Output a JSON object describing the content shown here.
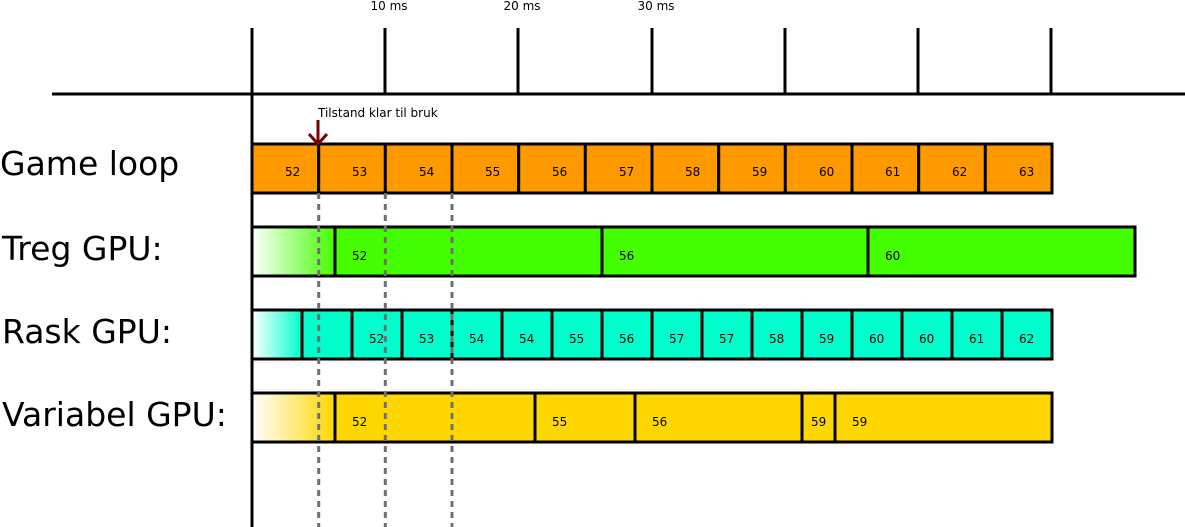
{
  "timeline": {
    "tick_labels": [
      "10 ms",
      "20 ms",
      "30 ms"
    ]
  },
  "annotation": {
    "text": "Tilstand klar til bruk"
  },
  "rows": [
    {
      "key": "game-loop",
      "label": "Game loop",
      "color": "#FF9900",
      "segments": [
        "52",
        "53",
        "54",
        "55",
        "56",
        "57",
        "58",
        "59",
        "60",
        "61",
        "62",
        "63"
      ]
    },
    {
      "key": "slow-gpu",
      "label": "Treg GPU:",
      "color": "#44FF00",
      "segments": [
        "52",
        "56",
        "60"
      ]
    },
    {
      "key": "fast-gpu",
      "label": "Rask GPU:",
      "color": "#00FFCC",
      "segments": [
        "",
        "52",
        "53",
        "54",
        "54",
        "55",
        "56",
        "57",
        "57",
        "58",
        "59",
        "60",
        "60",
        "61",
        "62"
      ]
    },
    {
      "key": "variable-gpu",
      "label": "Variabel GPU:",
      "color": "#FFD700",
      "segments": [
        "52",
        "55",
        "56",
        "59",
        "59"
      ]
    }
  ],
  "colors": {
    "arrow": "#7A0000",
    "dashed_line": "#707070"
  }
}
